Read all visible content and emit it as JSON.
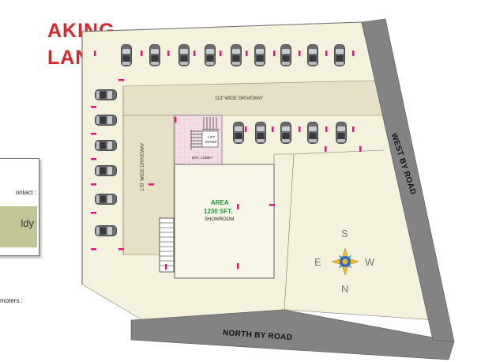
{
  "heading": {
    "line1": "AKING",
    "line2": "LAN"
  },
  "contact": {
    "label": "ontact :",
    "box_text": "ldy"
  },
  "promoters_label": "moters :",
  "plan": {
    "top_driveway": "113' WIDE DRIVEWAY",
    "side_driveway": "170' WIDE DRIVEWAY",
    "west_road": "WEST BY ROAD",
    "north_road": "NORTH BY ROAD",
    "area_label": "AREA",
    "area_value": "1230 SFT.",
    "showroom": "SHOWROOM",
    "lift": "LIFT",
    "lift_size": "56'X58'",
    "lobby": "ENT. LOBBY"
  },
  "compass": {
    "s": "S",
    "n": "N",
    "e": "E",
    "w": "W"
  },
  "colors": {
    "plot": "#f4f1dc",
    "driveway": "#e7e0c8",
    "road": "#838383",
    "marker": "#e0147a",
    "title": "#d9262b"
  }
}
